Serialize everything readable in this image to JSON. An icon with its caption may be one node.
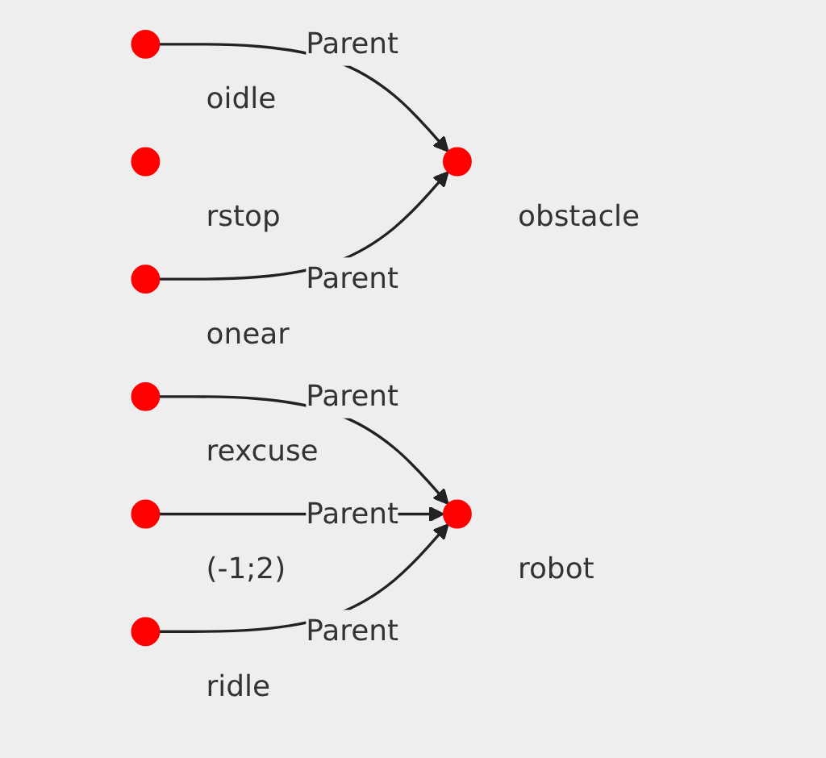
{
  "diagram": {
    "nodes": [
      {
        "text": [],
        "shape": "circle",
        "beside": [
          "oidle"
        ]
      },
      {
        "text": [],
        "shape": "circle",
        "beside": [
          "obstacle"
        ]
      },
      {
        "text": [],
        "shape": "circle",
        "beside": [
          "rstop"
        ]
      },
      {
        "text": [],
        "shape": "circle",
        "beside": [
          "onear"
        ]
      },
      {
        "text": [],
        "shape": "circle",
        "beside": [
          "rexcuse"
        ]
      },
      {
        "text": [],
        "shape": "circle",
        "beside": [
          "(-1;2)"
        ]
      },
      {
        "text": [],
        "shape": "circle",
        "beside": [
          "robot"
        ]
      },
      {
        "text": [],
        "shape": "circle",
        "beside": [
          "ridle"
        ]
      }
    ],
    "edges": [
      {
        "from": 0,
        "to": 1,
        "arrow": "to",
        "label": "Parent"
      },
      {
        "from": 3,
        "to": 1,
        "arrow": "to",
        "label": "Parent"
      },
      {
        "from": 4,
        "to": 6,
        "arrow": "to",
        "label": "Parent"
      },
      {
        "from": 5,
        "to": 6,
        "arrow": "to",
        "label": "Parent"
      },
      {
        "from": 7,
        "to": 6,
        "arrow": "to",
        "label": "Parent"
      }
    ]
  }
}
